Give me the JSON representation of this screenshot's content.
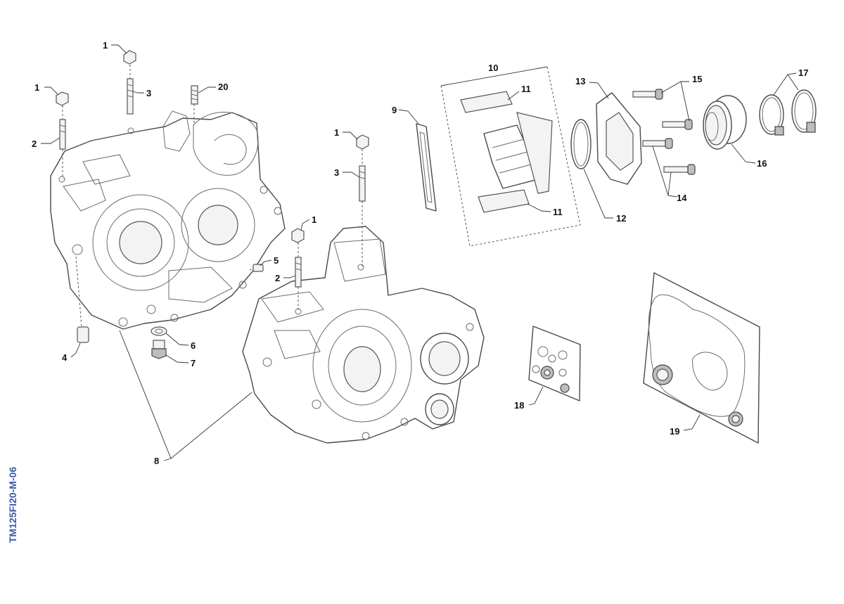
{
  "drawing_code": "TM125FI20-M-06",
  "callouts": {
    "c1a": "1",
    "c1b": "1",
    "c1c": "1",
    "c1d": "1",
    "c2a": "2",
    "c2b": "2",
    "c3a": "3",
    "c3b": "3",
    "c4": "4",
    "c5": "5",
    "c6": "6",
    "c7": "7",
    "c8": "8",
    "c9": "9",
    "c10": "10",
    "c11a": "11",
    "c11b": "11",
    "c12": "12",
    "c13": "13",
    "c14": "14",
    "c15": "15",
    "c16": "16",
    "c17": "17",
    "c18": "18",
    "c19": "19",
    "c20": "20"
  }
}
